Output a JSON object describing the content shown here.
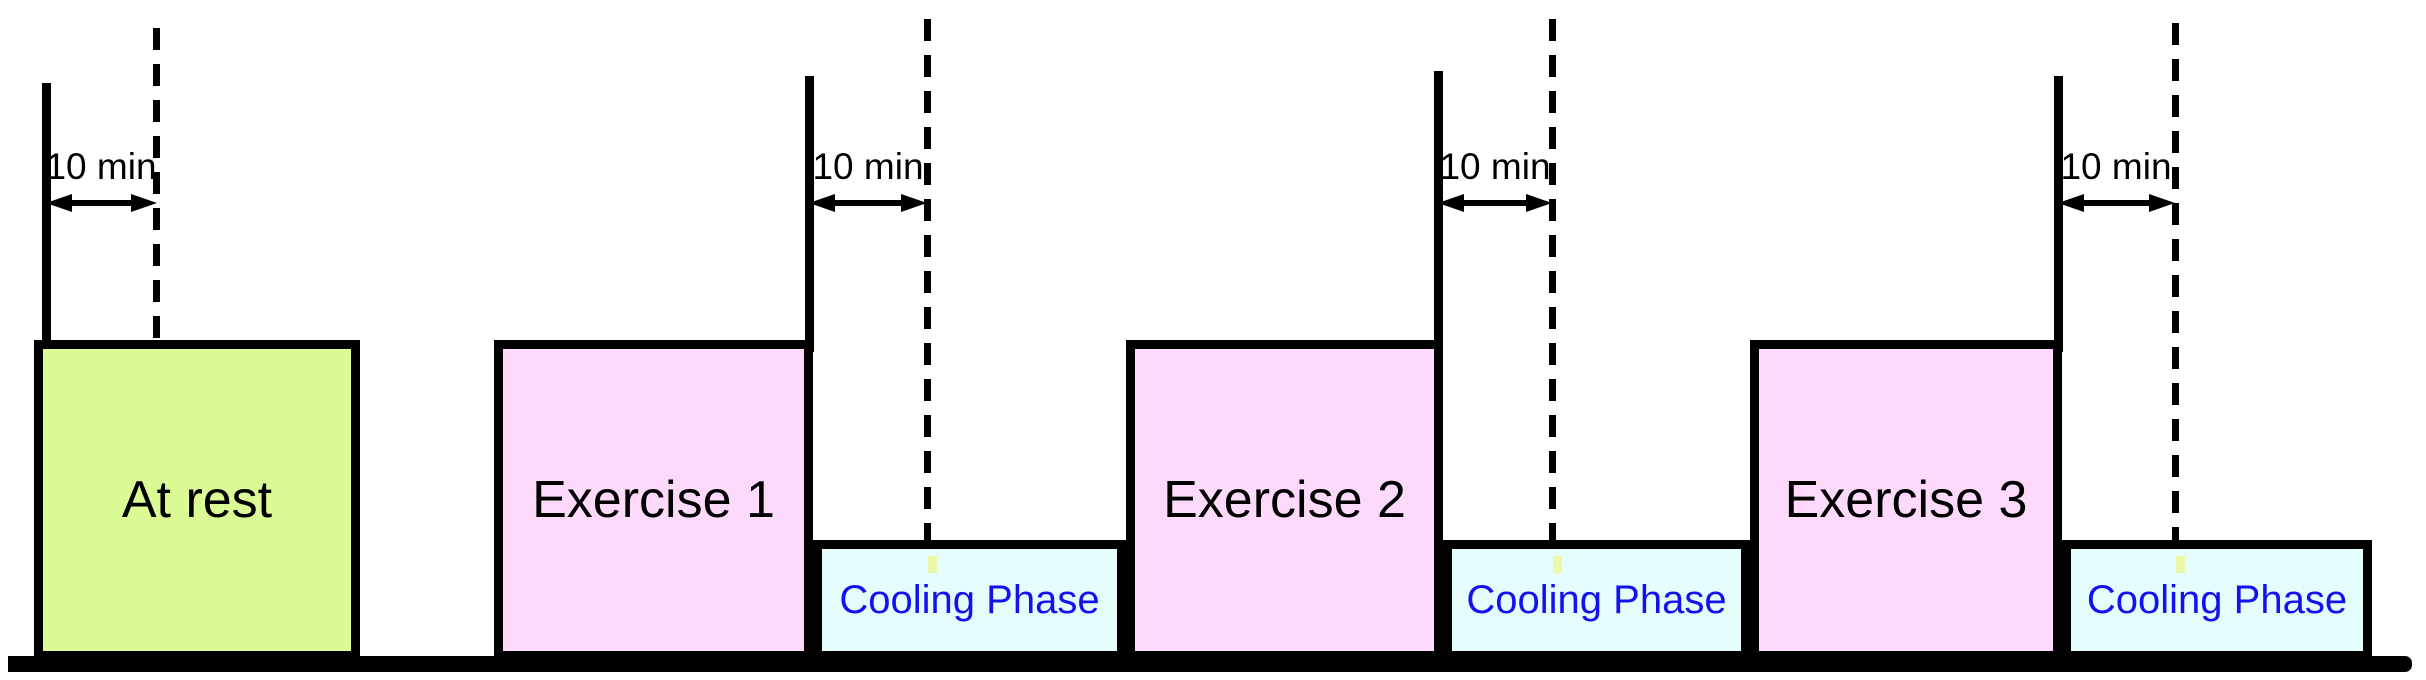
{
  "diagram": {
    "phases": {
      "rest": {
        "label": "At rest"
      },
      "exercises": [
        {
          "label": "Exercise 1"
        },
        {
          "label": "Exercise 2"
        },
        {
          "label": "Exercise 3"
        }
      ],
      "cooling": [
        {
          "label": "Cooling Phase"
        },
        {
          "label": "Cooling Phase"
        },
        {
          "label": "Cooling Phase"
        }
      ]
    },
    "duration_markers": [
      {
        "label": "10 min"
      },
      {
        "label": "10 min"
      },
      {
        "label": "10 min"
      },
      {
        "label": "10 min"
      }
    ],
    "colors": {
      "rest_fill": "#dbfc95",
      "exercise_fill": "#fddafb",
      "cooling_fill": "#e6fdfe",
      "cooling_text": "#1212f0",
      "line_color": "#000000",
      "tick_fill": "#edf7a8"
    }
  }
}
